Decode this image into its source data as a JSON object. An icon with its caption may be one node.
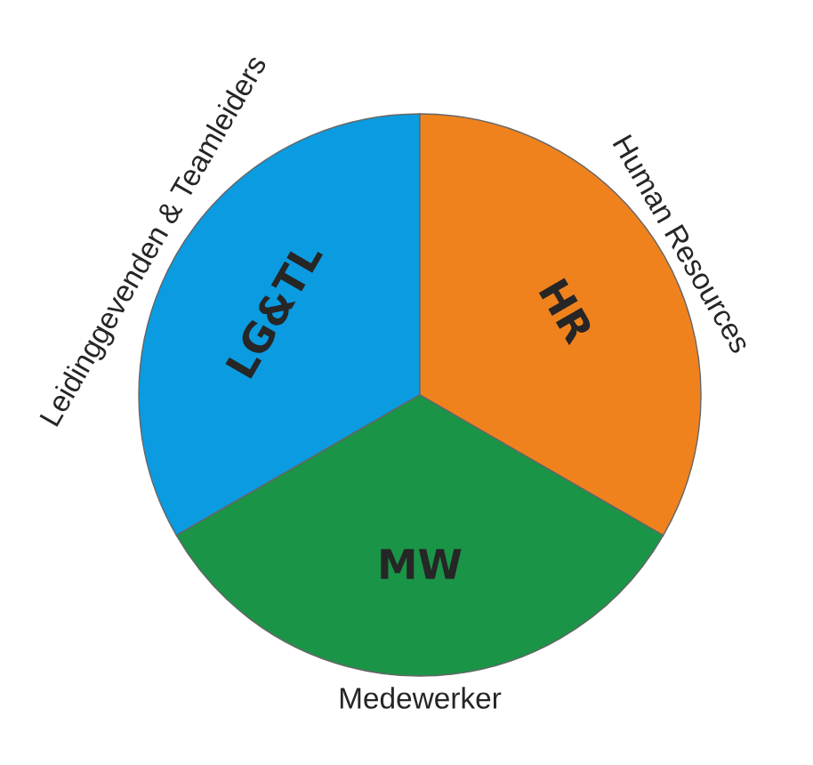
{
  "diagram": {
    "nodes": [
      {
        "text": [
          "LG&TL",
          "Leidinggevenden & Teamleiders"
        ]
      },
      {
        "text": [
          "HR",
          "Human Resources"
        ]
      },
      {
        "text": [
          "MW",
          "Medewerker"
        ]
      }
    ]
  }
}
